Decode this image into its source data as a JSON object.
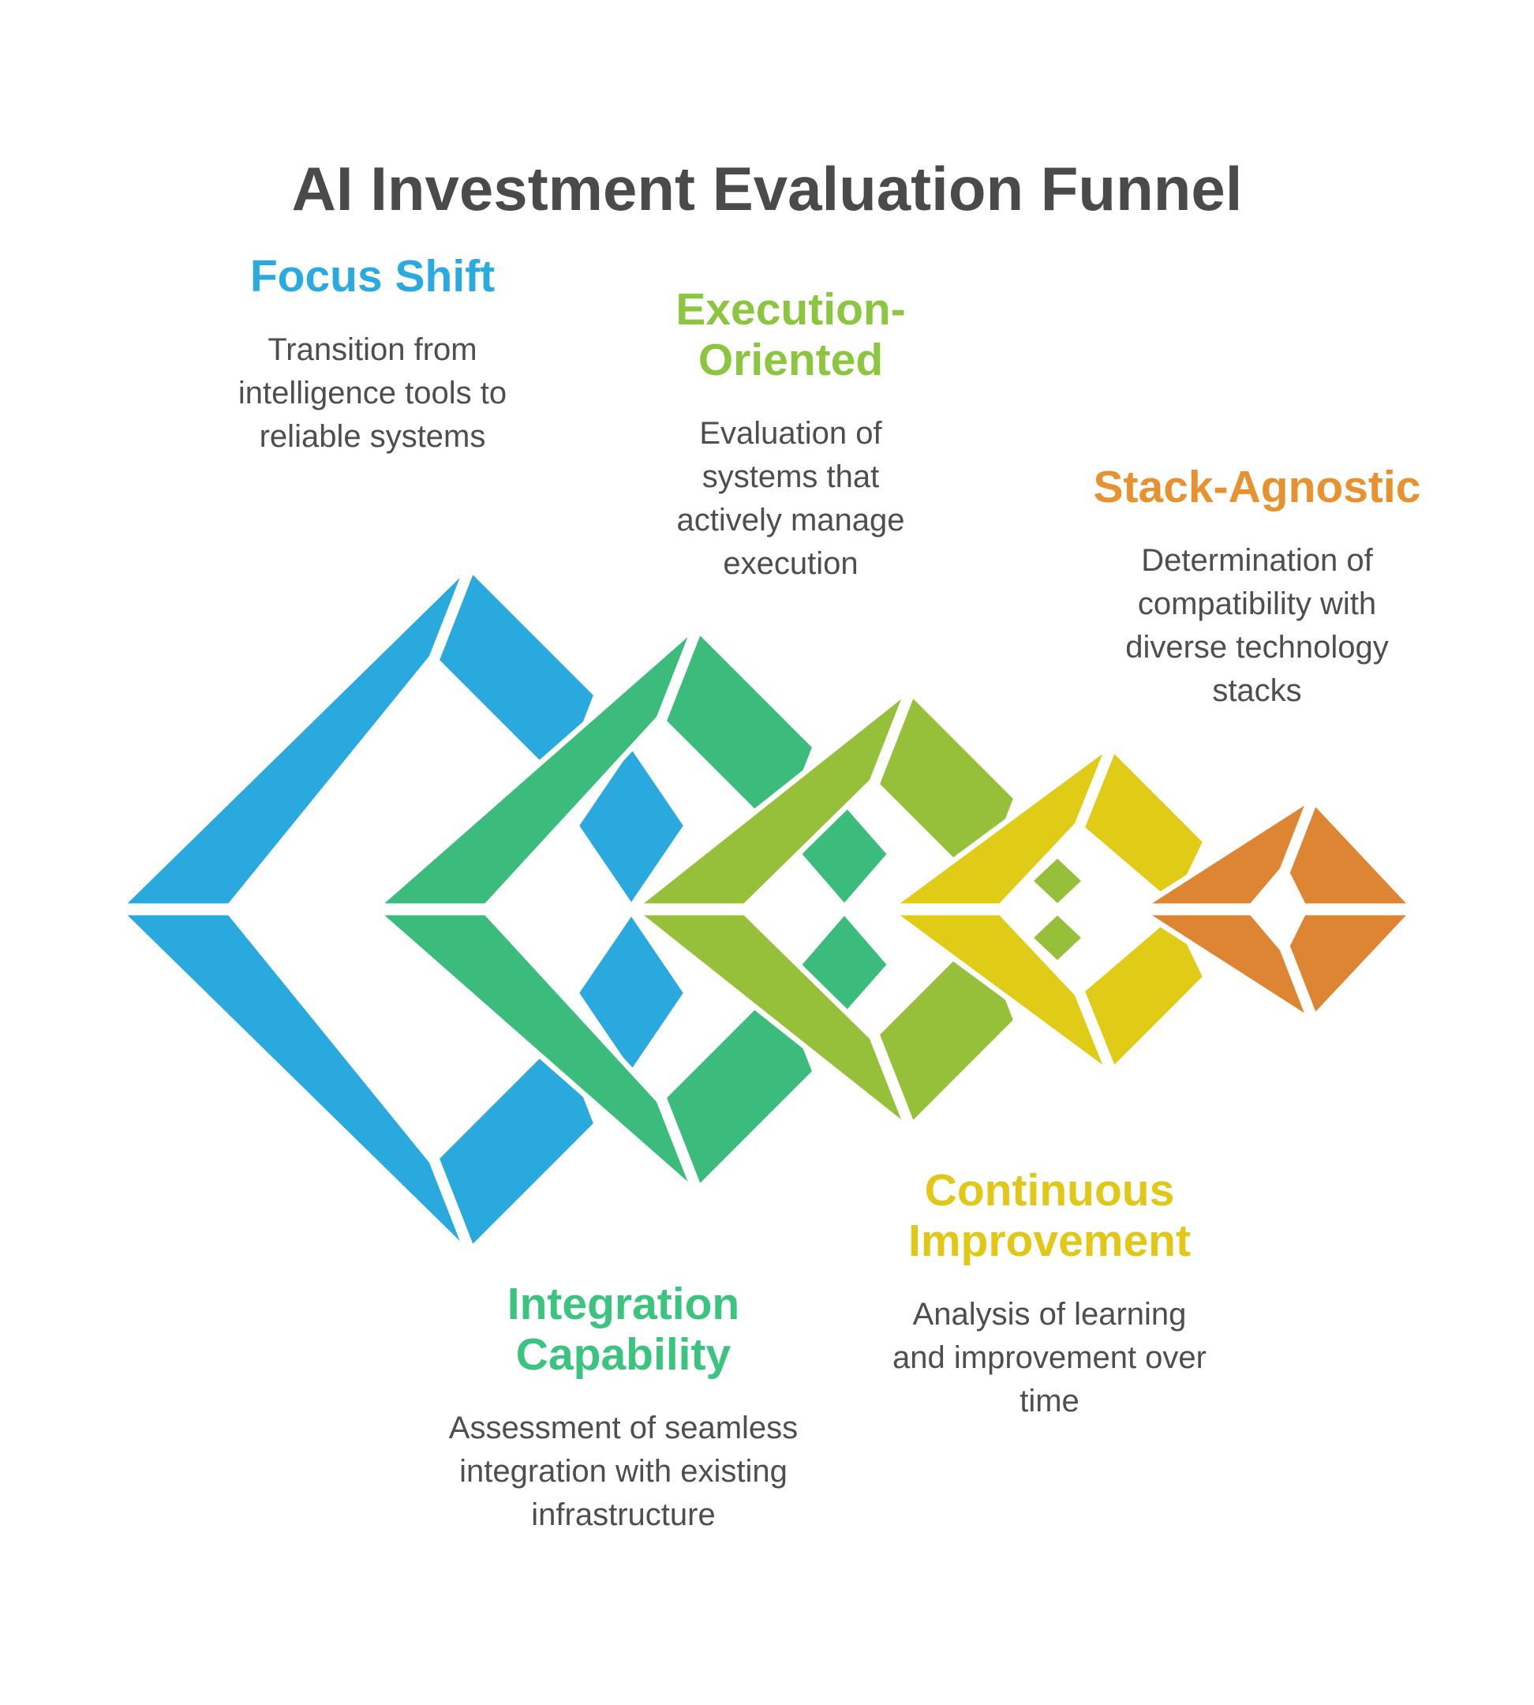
{
  "title": "AI Investment Evaluation Funnel",
  "stages": [
    {
      "label": "Focus Shift",
      "description": "Transition from intelligence tools to reliable systems",
      "heading_color": "#29ABE2",
      "shape_color": "#2AA9DF"
    },
    {
      "label": "Integration Capability",
      "description": "Assessment of seamless integration with existing infrastructure",
      "heading_color": "#3BC480",
      "shape_color": "#3CBC7C"
    },
    {
      "label": "Execution-Oriented",
      "description": "Evaluation of systems that actively manage execution",
      "heading_color": "#8CC63F",
      "shape_color": "#97C03A"
    },
    {
      "label": "Continuous Improvement",
      "description": "Analysis of learning and improvement over time",
      "heading_color": "#E2C716",
      "shape_color": "#E0CC17"
    },
    {
      "label": "Stack-Agnostic",
      "description": "Determination of compatibility with diverse technology stacks",
      "heading_color": "#E8922F",
      "shape_color": "#DE8534"
    }
  ],
  "colors": {
    "background": "#FFFFFF",
    "title_text": "#4A4A4A",
    "body_text": "#4E4E4E"
  }
}
